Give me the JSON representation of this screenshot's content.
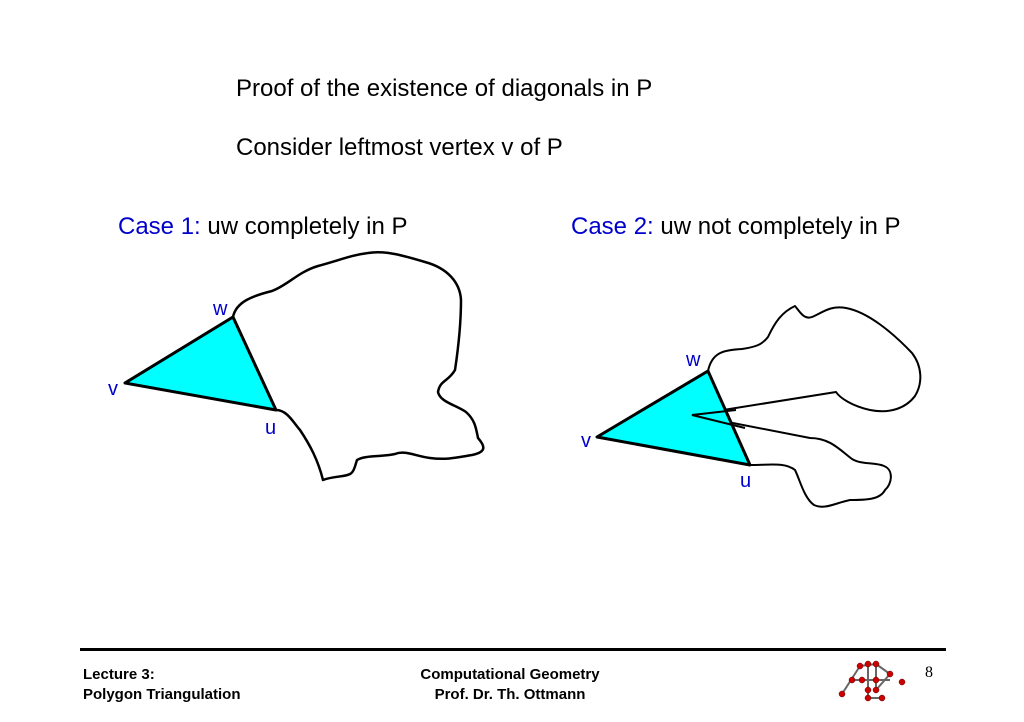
{
  "slide": {
    "title": "Proof of the existence of diagonals in P",
    "subtitle": "Consider leftmost vertex v of P"
  },
  "cases": [
    {
      "label": "Case 1:",
      "text": " uw completely in P",
      "vertices": {
        "w": "w",
        "v": "v",
        "u": "u"
      }
    },
    {
      "label": "Case 2:",
      "text": " uw not completely in P",
      "vertices": {
        "w": "w",
        "v": "v",
        "u": "u"
      }
    }
  ],
  "colors": {
    "triangle_fill": "#00ffff",
    "case_label": "#0000cc",
    "vertex_label": "#0000cc",
    "logo_node": "#cc0000"
  },
  "footer": {
    "lecture": "Lecture 3:",
    "topic": "Polygon Triangulation",
    "course": "Computational Geometry",
    "professor": "Prof. Dr. Th. Ottmann",
    "page_number": "8",
    "logo_icon": "university-logo-icon"
  }
}
